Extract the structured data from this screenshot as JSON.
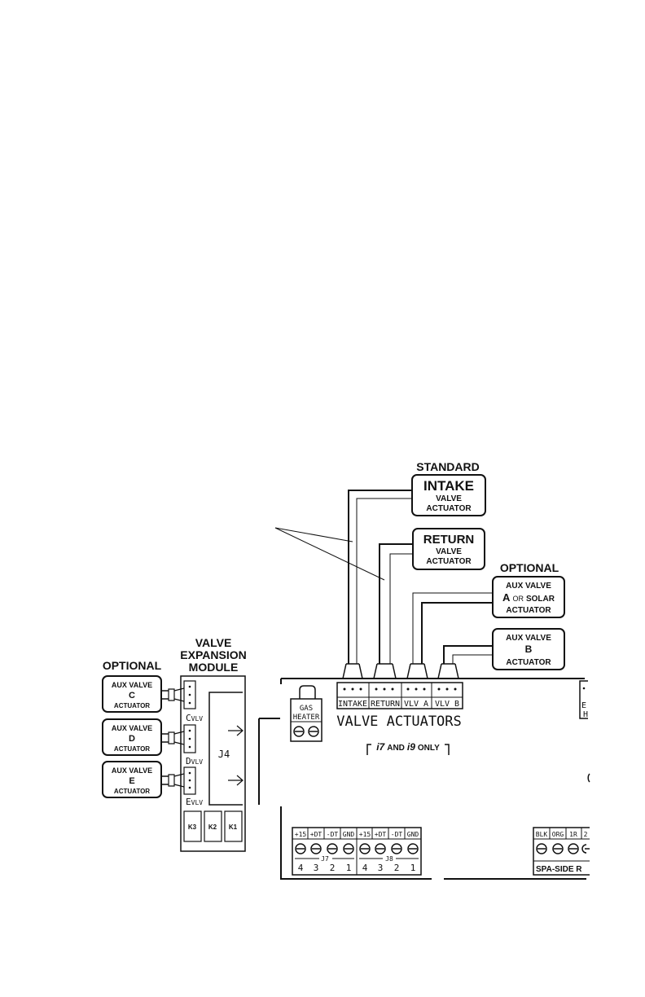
{
  "standard_heading": "STANDARD",
  "optional_heading_right": "OPTIONAL",
  "optional_heading_left": "OPTIONAL",
  "intake": {
    "title": "INTAKE",
    "line1": "VALVE",
    "line2": "ACTUATOR"
  },
  "return_act": {
    "title": "RETURN",
    "line1": "VALVE",
    "line2": "ACTUATOR"
  },
  "aux_a": {
    "line1": "AUX VALVE",
    "letter": "A",
    "or": "OR",
    "solar": "SOLAR",
    "line3": "ACTUATOR"
  },
  "aux_b": {
    "line1": "AUX VALVE",
    "letter": "B",
    "line3": "ACTUATOR"
  },
  "aux_c": {
    "line1": "AUX VALVE",
    "letter": "C",
    "line3": "ACTUATOR"
  },
  "aux_d": {
    "line1": "AUX VALVE",
    "letter": "D",
    "line3": "ACTUATOR"
  },
  "aux_e": {
    "line1": "AUX VALVE",
    "letter": "E",
    "line3": "ACTUATOR"
  },
  "vem": {
    "line1": "VALVE",
    "line2": "EXPANSION",
    "line3": "MODULE"
  },
  "vem_ports": {
    "c": "C",
    "d": "D",
    "e": "E",
    "vlv": "VLV",
    "j4": "J4"
  },
  "relays": [
    "K3",
    "K2",
    "K1"
  ],
  "gas_heater": {
    "line1": "GAS",
    "line2": "HEATER"
  },
  "connectors": {
    "intake": "INTAKE",
    "return": "RETURN",
    "vlva": "VLV A",
    "vlvb": "VLV B"
  },
  "valve_actuators_label": "VALVE ACTUATORS",
  "i7i9_note": {
    "a": "i7",
    "and": "AND",
    "b": "i9",
    "only": "ONLY"
  },
  "j7": {
    "name": "J7",
    "pins": [
      "+15",
      "+DT",
      "-DT",
      "GND"
    ],
    "nums": [
      "4",
      "3",
      "2",
      "1"
    ]
  },
  "j8": {
    "name": "J8",
    "pins": [
      "+15",
      "+DT",
      "-DT",
      "GND"
    ],
    "nums": [
      "4",
      "3",
      "2",
      "1"
    ]
  },
  "spa_side": {
    "pins": [
      "BLK",
      "ORG",
      "1R",
      "2"
    ],
    "label": "SPA-SIDE R"
  },
  "edge_fragment": {
    "top": "E",
    "bottom": "H"
  }
}
